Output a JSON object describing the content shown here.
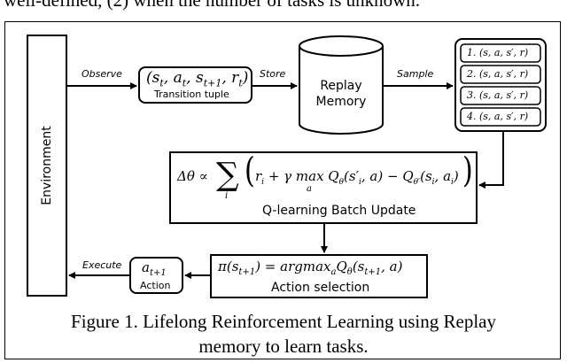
{
  "header_text": "well-defined, (2) when the number of tasks is unknown.",
  "nodes": {
    "environment": "Environment",
    "transition_formula": "(s_t, a_t, s_t+1, r_t)",
    "transition_label": "Transition tuple",
    "replay_line1": "Replay",
    "replay_line2": "Memory",
    "samples": [
      "1. (s, a, s′, r)",
      "2. (s, a, s′, r)",
      "3. (s, a, s′, r)",
      "4. (s, a, s′, r)"
    ],
    "qlearning_label": "Q-learning Batch Update",
    "policy_label": "Action selection",
    "action_label": "Action"
  },
  "edges": {
    "observe": "Observe",
    "store": "Store",
    "sample": "Sample",
    "execute": "Execute"
  },
  "caption_line1": "Figure 1. Lifelong Reinforcement Learning using Replay",
  "caption_line2": "memory to learn tasks."
}
